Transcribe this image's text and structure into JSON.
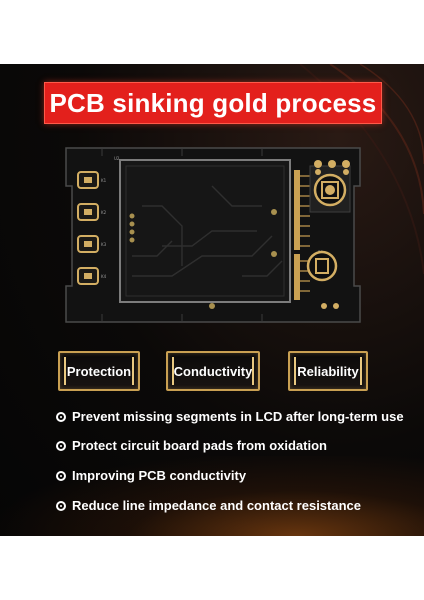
{
  "title": "PCB sinking gold process",
  "features": [
    {
      "label": "Protection"
    },
    {
      "label": "Conductivity"
    },
    {
      "label": "Reliability"
    }
  ],
  "bullets": [
    {
      "text": "Prevent missing segments in LCD after long-term use"
    },
    {
      "text": "Protect circuit board pads from oxidation"
    },
    {
      "text": "Improving PCB conductivity"
    },
    {
      "text": "Reduce line impedance and contact resistance"
    }
  ],
  "pcb_labels": {
    "top_left": "U2",
    "pads": [
      "K1",
      "K2",
      "K3",
      "K4"
    ],
    "b1": "B1"
  },
  "colors": {
    "accent_red": "#e3201c",
    "gold": "#c9a052",
    "board": "#121212"
  }
}
